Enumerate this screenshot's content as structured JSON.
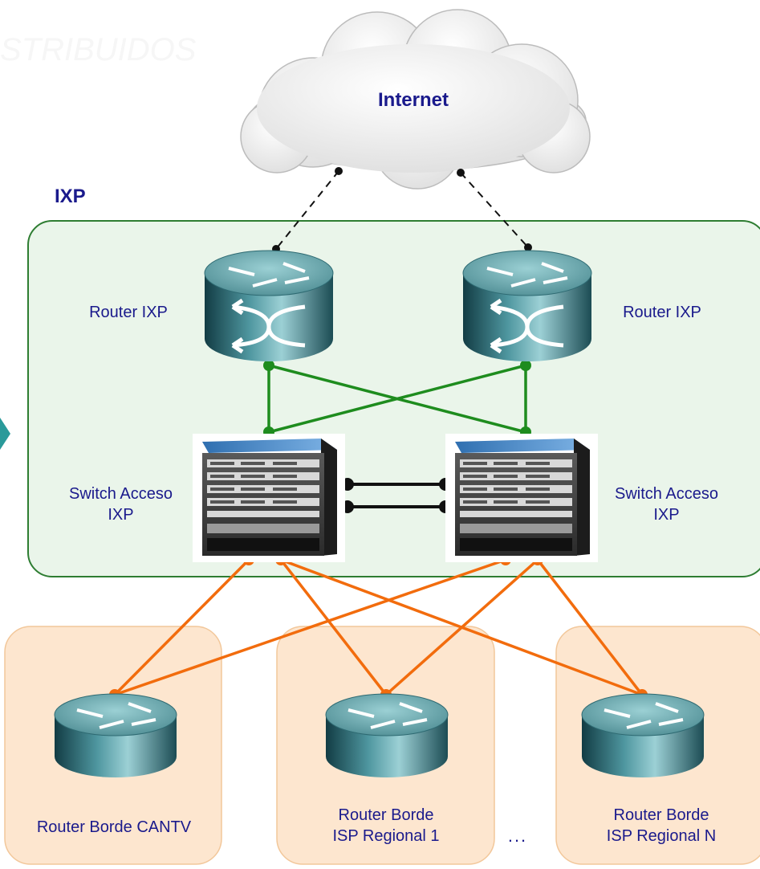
{
  "watermark": "STRIBUIDOS",
  "cloud": {
    "label": "Internet"
  },
  "ixp": {
    "title": "IXP",
    "routers": [
      {
        "label": "Router IXP"
      },
      {
        "label": "Router IXP"
      }
    ],
    "switches": [
      {
        "line1": "Switch Acceso",
        "line2": "IXP"
      },
      {
        "line1": "Switch Acceso",
        "line2": "IXP"
      }
    ]
  },
  "edge_routers": [
    {
      "line1": "Router Borde CANTV",
      "line2": ""
    },
    {
      "line1": "Router Borde",
      "line2": "ISP Regional 1"
    },
    {
      "line1": "Router Borde",
      "line2": "ISP Regional N"
    }
  ],
  "ellipsis": "...",
  "colors": {
    "ixp_fill": "#eaf5ea",
    "ixp_border": "#2e7d32",
    "edge_fill": "#fde6cf",
    "edge_border": "#f2c79a",
    "green_link": "#1e8c1e",
    "orange_link": "#f26c0d",
    "text": "#1a1a8c",
    "router_body": "#3d7f88"
  },
  "icons": [
    "cloud-icon",
    "core-router-icon",
    "chassis-switch-icon",
    "edge-router-icon"
  ]
}
